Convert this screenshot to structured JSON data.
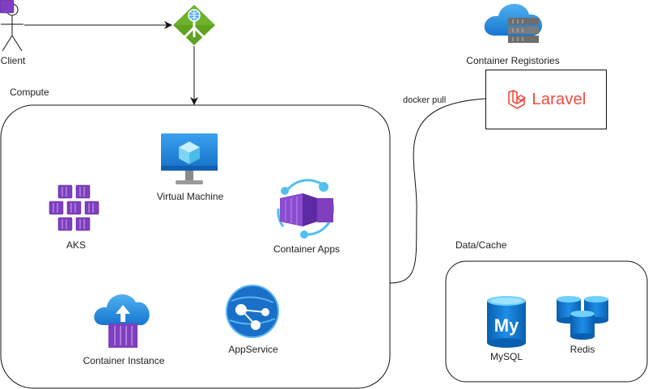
{
  "nodes": {
    "client": "Client",
    "compute": "Compute",
    "virtual_machine": "Virtual Machine",
    "aks": "AKS",
    "container_apps": "Container Apps",
    "container_instance": "Container Instance",
    "app_service": "AppService",
    "container_registries": "Container Registories",
    "laravel": "Laravel",
    "data_cache": "Data/Cache",
    "mysql": "MySQL",
    "redis": "Redis"
  },
  "edges": {
    "docker_pull": "docker pull"
  },
  "colors": {
    "azure_blue": "#0078d4",
    "light_blue": "#50c0f0",
    "purple": "#7f3fbf",
    "green": "#5ea21e",
    "laravel_red": "#ef4b3f",
    "gray": "#7a7a7a"
  },
  "icons": {
    "client": "person-icon",
    "load_balancer": "load-balancer-icon",
    "virtual_machine": "monitor-cube-icon",
    "aks": "kubernetes-cluster-icon",
    "container_apps": "container-apps-icon",
    "container_instance": "cloud-container-icon",
    "app_service": "globe-icon",
    "container_registries": "cloud-server-icon",
    "laravel": "laravel-logo-icon",
    "mysql": "mysql-database-icon",
    "redis": "redis-cache-icon"
  }
}
